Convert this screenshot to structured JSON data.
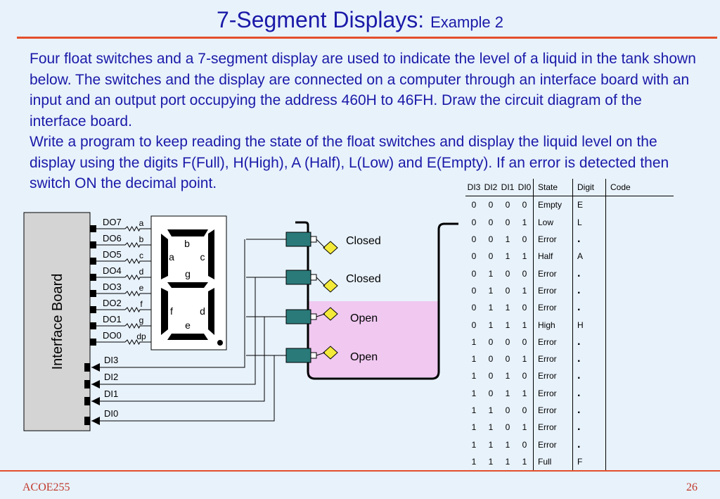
{
  "title": {
    "main": "7-Segment Displays:",
    "sub": "Example 2"
  },
  "paragraphs": [
    "Four float switches and a 7-segment display are used to indicate the level of a liquid in the tank shown below. The switches and the display are connected on a computer through an interface board with an input and an output port occupying the address 460H to 46FH. Draw the circuit diagram of the interface board.",
    "Write a program to keep reading the state of the float switches and display the  liquid level on the display using the digits F(Full), H(High), A (Half), L(Low) and E(Empty). If an error is detected then switch ON the decimal point."
  ],
  "diagram": {
    "interface_board_label": "Interface Board",
    "outputs": [
      "DO7",
      "DO6",
      "DO5",
      "DO4",
      "DO3",
      "DO2",
      "DO1",
      "DO0"
    ],
    "segment_pins": [
      "a",
      "b",
      "c",
      "d",
      "e",
      "f",
      "g",
      "dp"
    ],
    "inputs": [
      "DI3",
      "DI2",
      "DI1",
      "DI0"
    ],
    "segment_labels": {
      "a": "a",
      "b": "b",
      "c": "c",
      "d": "d",
      "e": "e",
      "f": "f",
      "g": "g"
    },
    "switches": [
      "Closed",
      "Closed",
      "Open",
      "Open"
    ],
    "liquid_color": "#f0c8f0",
    "switch_body_color": "#2a7a7a",
    "float_color": "#f4ea3a"
  },
  "table": {
    "headers": {
      "di3": "DI3",
      "di2": "DI2",
      "di1": "DI1",
      "di0": "DI0",
      "state": "State",
      "digit": "Digit",
      "code": "Code"
    },
    "rows": [
      {
        "bits": [
          "0",
          "0",
          "0",
          "0"
        ],
        "state": "Empty",
        "digit": "E"
      },
      {
        "bits": [
          "0",
          "0",
          "0",
          "1"
        ],
        "state": "Low",
        "digit": "L"
      },
      {
        "bits": [
          "0",
          "0",
          "1",
          "0"
        ],
        "state": "Error",
        "digit": "."
      },
      {
        "bits": [
          "0",
          "0",
          "1",
          "1"
        ],
        "state": "Half",
        "digit": "A"
      },
      {
        "bits": [
          "0",
          "1",
          "0",
          "0"
        ],
        "state": "Error",
        "digit": "."
      },
      {
        "bits": [
          "0",
          "1",
          "0",
          "1"
        ],
        "state": "Error",
        "digit": "."
      },
      {
        "bits": [
          "0",
          "1",
          "1",
          "0"
        ],
        "state": "Error",
        "digit": "."
      },
      {
        "bits": [
          "0",
          "1",
          "1",
          "1"
        ],
        "state": "High",
        "digit": "H"
      },
      {
        "bits": [
          "1",
          "0",
          "0",
          "0"
        ],
        "state": "Error",
        "digit": "."
      },
      {
        "bits": [
          "1",
          "0",
          "0",
          "1"
        ],
        "state": "Error",
        "digit": "."
      },
      {
        "bits": [
          "1",
          "0",
          "1",
          "0"
        ],
        "state": "Error",
        "digit": "."
      },
      {
        "bits": [
          "1",
          "0",
          "1",
          "1"
        ],
        "state": "Error",
        "digit": "."
      },
      {
        "bits": [
          "1",
          "1",
          "0",
          "0"
        ],
        "state": "Error",
        "digit": "."
      },
      {
        "bits": [
          "1",
          "1",
          "0",
          "1"
        ],
        "state": "Error",
        "digit": "."
      },
      {
        "bits": [
          "1",
          "1",
          "1",
          "0"
        ],
        "state": "Error",
        "digit": "."
      },
      {
        "bits": [
          "1",
          "1",
          "1",
          "1"
        ],
        "state": "Full",
        "digit": "F"
      }
    ]
  },
  "footer": {
    "course": "ACOE255",
    "page": "26"
  }
}
